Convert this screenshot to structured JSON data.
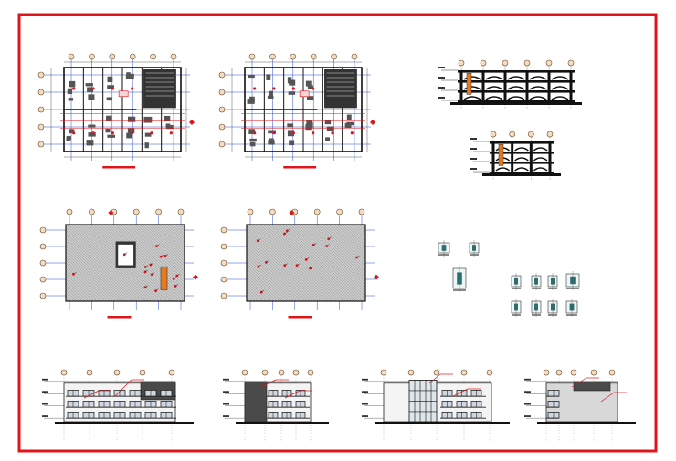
{
  "sheet": {
    "border_color": "#e0141b",
    "line_color": "#111111",
    "grid_color": "#2a4fd0",
    "accent_red": "#e0141b",
    "accent_orange": "#e87a1e",
    "bubble_fill": "#f3dcc0"
  },
  "drawings": {
    "floor_plans": [
      "floor-plan-1",
      "floor-plan-2"
    ],
    "slab_plans": [
      "slab-plan-1",
      "slab-plan-2"
    ],
    "sections": [
      "section-1",
      "section-2"
    ],
    "details": [
      "detail-group-1",
      "detail-group-2"
    ],
    "elevations": [
      "elevation-front",
      "elevation-side-1",
      "elevation-rear",
      "elevation-side-2"
    ]
  }
}
